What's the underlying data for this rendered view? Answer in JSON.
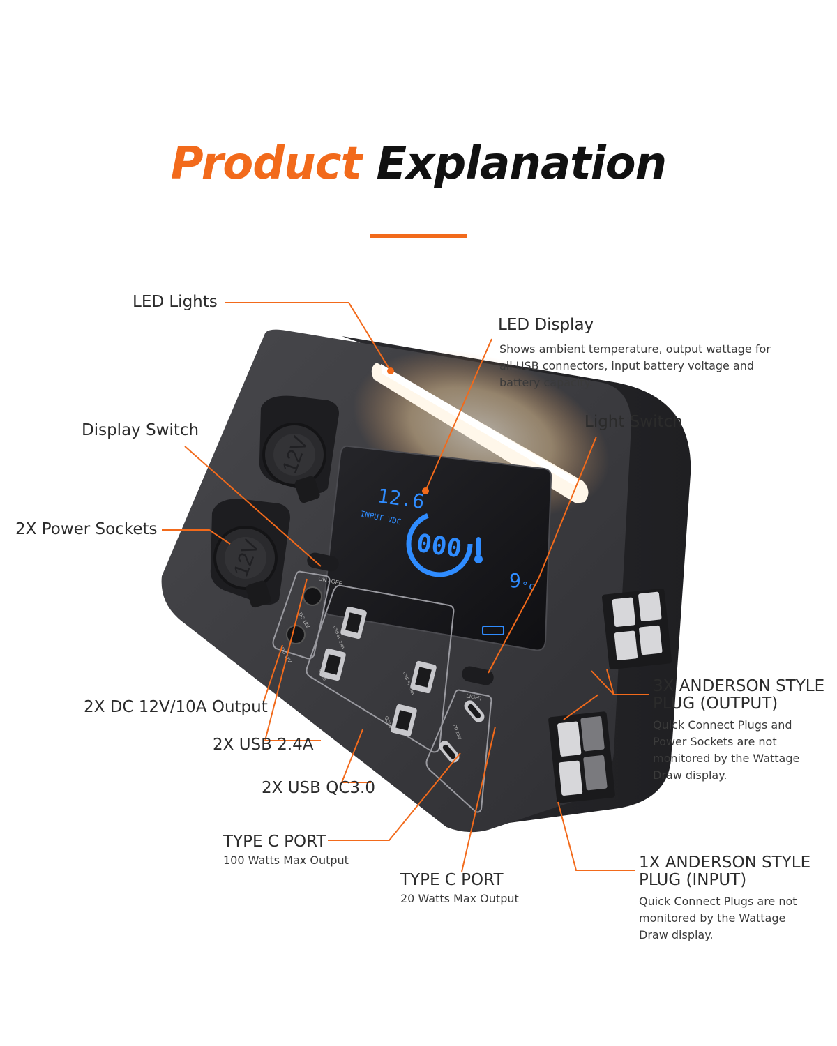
{
  "heading": {
    "word1": "Product",
    "word2": "Explanation"
  },
  "colors": {
    "accent": "#f26a1b",
    "body": "#3a3a3e",
    "lcd": "#2f8cff"
  },
  "labels": {
    "led_lights": "LED Lights",
    "display_switch": "Display Switch",
    "power_sockets": "2X Power Sockets",
    "dc_output": "2X DC 12V/10A Output",
    "usb_24": "2X USB 2.4A",
    "usb_qc": "2X USB QC3.0",
    "typec_100": {
      "title": "TYPE C PORT",
      "sub": "100 Watts Max Output"
    },
    "typec_20": {
      "title": "TYPE C PORT",
      "sub": "20 Watts Max Output"
    },
    "led_display": {
      "title": "LED Display",
      "desc": "Shows ambient temperature, output wattage for all USB connectors, input battery voltage and battery capacity."
    },
    "light_switch": "Light Switch",
    "anderson_out": {
      "line1": "3X ANDERSON STYLE",
      "line2": "PLUG (OUTPUT)",
      "desc": "Quick Connect Plugs and Power Sockets are not monitored by the Wattage Draw display."
    },
    "anderson_in": {
      "line1": "1X ANDERSON STYLE",
      "line2": "PLUG (INPUT)",
      "desc": "Quick Connect Plugs are not monitored by the Wattage Draw display."
    }
  },
  "device": {
    "socket_label": "12V",
    "lcd_voltage": "12.6",
    "lcd_voltage_label": "INPUT VDC",
    "lcd_watts": "000",
    "lcd_temp": "9",
    "lcd_temp_unit": "°c",
    "onoff_label": "ON / OFF",
    "light_label": "LIGHT",
    "dc_port_label": "DC 12V",
    "usb_24_label": "USB 5V 2.4A",
    "qc_label": "QC3.0",
    "pd_label": "PD 20W"
  }
}
